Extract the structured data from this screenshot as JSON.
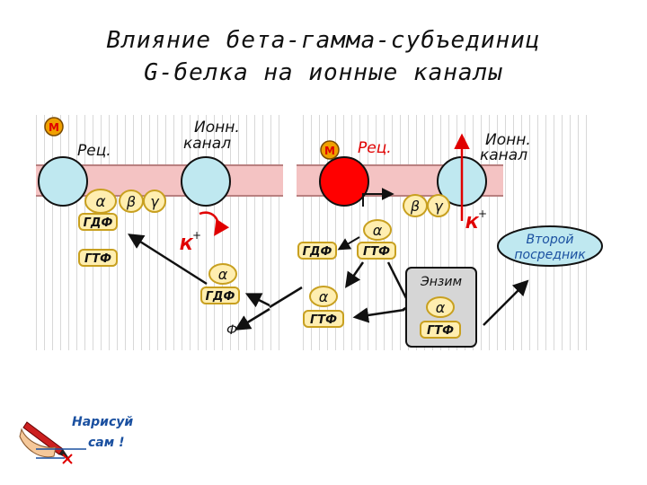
{
  "title_line1": "Влияние бета-гамма-субъединиц",
  "title_line2": "G-белка на ионные каналы",
  "left_panel": {
    "ligand": "М",
    "receptor_label": "Рец.",
    "channel_label_1": "Ионн.",
    "channel_label_2": "канал",
    "alpha": "α",
    "beta": "β",
    "gamma": "γ",
    "gdp": "ГДФ",
    "gtp": "ГТФ",
    "ion": "К",
    "ion_charge": "+",
    "alpha_released": "α",
    "gdp_released": "ГДФ",
    "phosphate": "Ф"
  },
  "right_panel": {
    "ligand": "М",
    "receptor_label": "Рец.",
    "channel_label_1": "Ионн.",
    "channel_label_2": "канал",
    "alpha_active": "α",
    "beta": "β",
    "gamma": "γ",
    "gdp": "ГДФ",
    "gtp": "ГТФ",
    "ion": "К",
    "ion_charge": "+",
    "second_messenger_1": "Второй",
    "second_messenger_2": "посредник",
    "enzyme_label": "Энзим",
    "enzyme_alpha": "α",
    "enzyme_gtp": "ГТФ",
    "alpha_lower": "α",
    "gtp_lower": "ГТФ"
  },
  "footer": {
    "draw_1": "Нарисуй",
    "draw_2": "сам !"
  },
  "colors": {
    "membrane": "#f4c3c3",
    "membrane_edge": "#b98080",
    "channel": "#bfe8f0",
    "receptor_active": "#ff0000",
    "subunit_fill": "#ffeeb0",
    "subunit_edge": "#c8a020",
    "ligand": "#f0a000",
    "enzyme_box": "#d6d6d6",
    "blue_text": "#1a50a0",
    "red": "#e00000"
  }
}
